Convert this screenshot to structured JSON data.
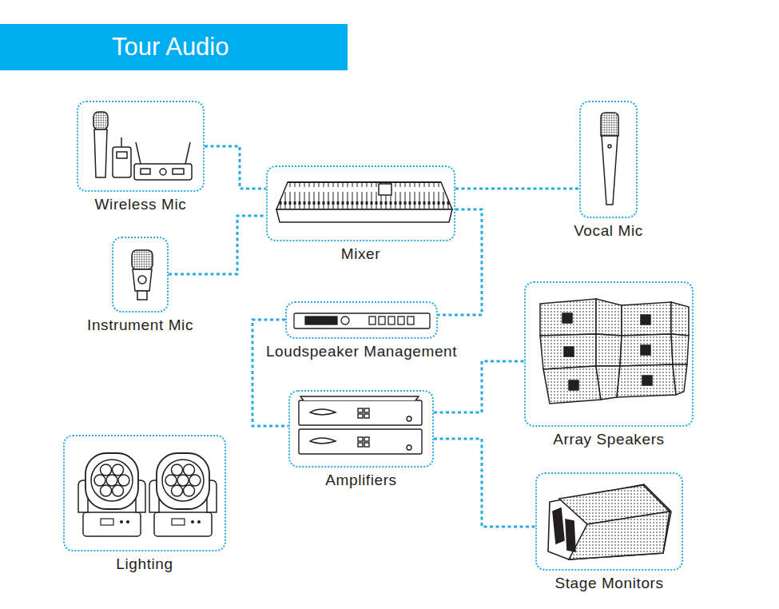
{
  "diagram": {
    "title": "Tour Audio",
    "nodes": [
      {
        "text": [
          "Wireless Mic"
        ]
      },
      {
        "text": [
          "Mixer"
        ]
      },
      {
        "text": [
          "Vocal Mic"
        ]
      },
      {
        "text": [
          "Instrument Mic"
        ]
      },
      {
        "text": [
          "Loudspeaker Management"
        ]
      },
      {
        "text": [
          "Array Speakers"
        ]
      },
      {
        "text": [
          "Amplifiers"
        ]
      },
      {
        "text": [
          "Lighting"
        ]
      },
      {
        "text": [
          "Stage Monitors"
        ]
      }
    ],
    "edges": [
      {
        "from": 0,
        "to": 1,
        "arrow": "none"
      },
      {
        "from": 3,
        "to": 1,
        "arrow": "none"
      },
      {
        "from": 1,
        "to": 2,
        "arrow": "none"
      },
      {
        "from": 1,
        "to": 4,
        "arrow": "none"
      },
      {
        "from": 4,
        "to": 6,
        "arrow": "none"
      },
      {
        "from": 6,
        "to": 5,
        "arrow": "none"
      },
      {
        "from": 6,
        "to": 8,
        "arrow": "none"
      }
    ]
  }
}
